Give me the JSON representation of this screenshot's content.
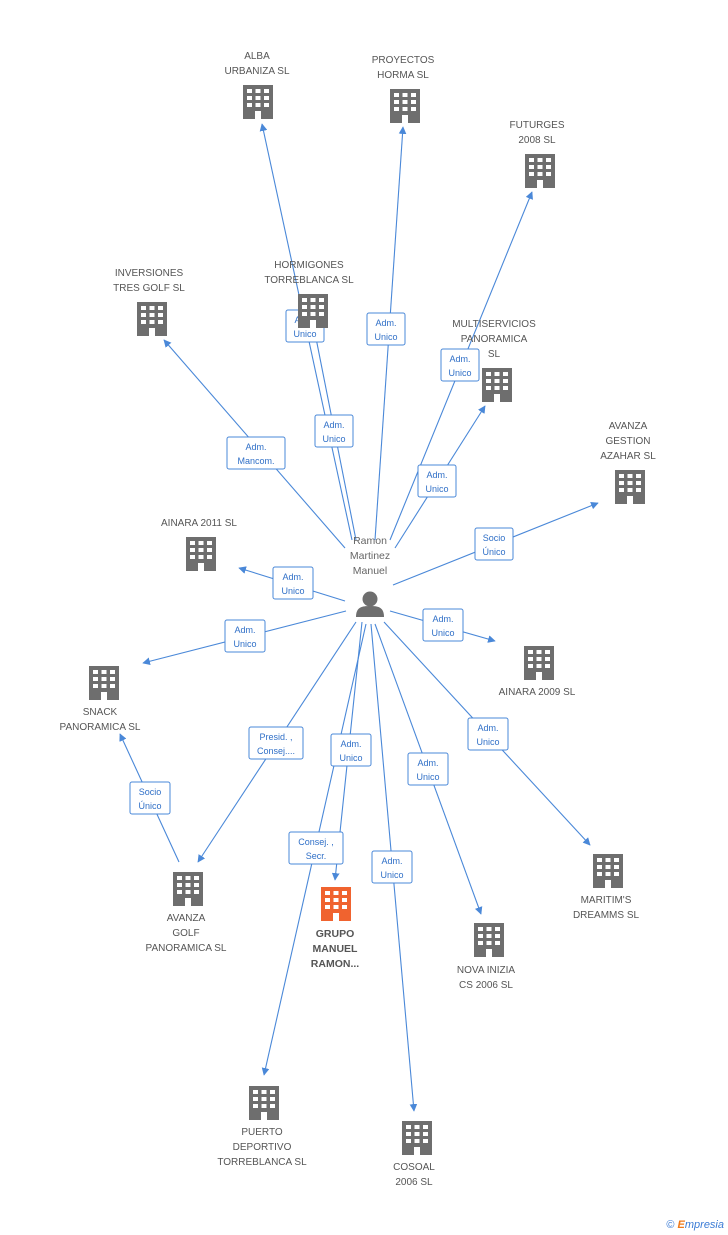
{
  "person": {
    "name_lines": [
      "Ramon",
      "Martinez",
      "Manuel"
    ]
  },
  "companies": [
    {
      "id": "alba",
      "lines": [
        "ALBA",
        "URBANIZA  SL"
      ],
      "focus": false
    },
    {
      "id": "proyectos",
      "lines": [
        "PROYECTOS",
        "HORMA SL"
      ],
      "focus": false
    },
    {
      "id": "futurges",
      "lines": [
        "FUTURGES",
        "2008 SL"
      ],
      "focus": false
    },
    {
      "id": "inversiones",
      "lines": [
        "INVERSIONES",
        "TRES GOLF SL"
      ],
      "focus": false
    },
    {
      "id": "hormigones",
      "lines": [
        "HORMIGONES",
        "TORREBLANCA SL"
      ],
      "focus": false
    },
    {
      "id": "multiservicios",
      "lines": [
        "MULTISERVICIOS",
        "PANORAMICA",
        "SL"
      ],
      "focus": false
    },
    {
      "id": "avanza_gestion",
      "lines": [
        "AVANZA",
        "GESTION",
        "AZAHAR SL"
      ],
      "focus": false
    },
    {
      "id": "ainara2011",
      "lines": [
        "AINARA 2011 SL"
      ],
      "focus": false
    },
    {
      "id": "ainara2009",
      "lines": [
        "AINARA 2009 SL"
      ],
      "focus": false
    },
    {
      "id": "snack",
      "lines": [
        "SNACK",
        "PANORAMICA SL"
      ],
      "focus": false
    },
    {
      "id": "maritims",
      "lines": [
        "MARITIM'S",
        "DREAMMS SL"
      ],
      "focus": false
    },
    {
      "id": "avanza_golf",
      "lines": [
        "AVANZA",
        "GOLF",
        "PANORAMICA SL"
      ],
      "focus": false
    },
    {
      "id": "grupo",
      "lines": [
        "GRUPO",
        "MANUEL",
        "RAMON..."
      ],
      "focus": true
    },
    {
      "id": "nova",
      "lines": [
        "NOVA INIZIA",
        "CS 2006 SL"
      ],
      "focus": false
    },
    {
      "id": "puerto",
      "lines": [
        "PUERTO",
        "DEPORTIVO",
        "TORREBLANCA SL"
      ],
      "focus": false
    },
    {
      "id": "cosoal",
      "lines": [
        "COSOAL",
        "2006 SL"
      ],
      "focus": false
    }
  ],
  "relations": [
    {
      "target": "alba",
      "lines": [
        "Adm.",
        "Unico"
      ]
    },
    {
      "target": "hormigones",
      "lines": [
        "Adm.",
        "Unico"
      ]
    },
    {
      "target": "proyectos",
      "lines": [
        "Adm.",
        "Unico"
      ]
    },
    {
      "target": "futurges",
      "lines": [
        "Adm.",
        "Unico"
      ]
    },
    {
      "target": "multiservicios",
      "lines": [
        "Adm.",
        "Unico"
      ]
    },
    {
      "target": "inversiones",
      "lines": [
        "Adm.",
        "Mancom."
      ]
    },
    {
      "target": "avanza_gestion",
      "lines": [
        "Socio",
        "Único"
      ]
    },
    {
      "target": "ainara2011",
      "lines": [
        "Adm.",
        "Unico"
      ]
    },
    {
      "target": "snack",
      "lines": [
        "Adm.",
        "Unico"
      ]
    },
    {
      "target": "ainara2009",
      "lines": [
        "Adm.",
        "Unico"
      ]
    },
    {
      "target": "maritims",
      "lines": [
        "Adm.",
        "Unico"
      ]
    },
    {
      "target": "avanza_golf",
      "lines": [
        "Presid. ,",
        "Consej...."
      ]
    },
    {
      "target": "grupo",
      "lines": [
        "Adm.",
        "Unico"
      ]
    },
    {
      "target": "puerto",
      "lines": [
        "Consej. ,",
        "Secr."
      ]
    },
    {
      "target": "nova",
      "lines": [
        "Adm.",
        "Unico"
      ]
    },
    {
      "target": "cosoal",
      "lines": [
        "Adm.",
        "Unico"
      ]
    },
    {
      "target": "snack_from_golf",
      "lines": [
        "Socio",
        "Único"
      ]
    }
  ],
  "colors": {
    "edge": "#4a88d8",
    "building": "#6e6e6e",
    "focus_building": "#f0632f",
    "person": "#6e6e6e"
  },
  "brand": {
    "copyright": "©",
    "initial": "E",
    "rest": "mpresia"
  }
}
